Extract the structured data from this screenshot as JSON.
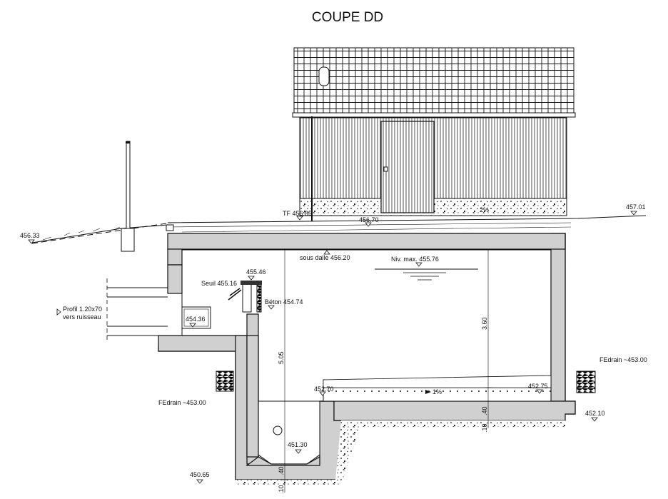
{
  "title": "COUPE DD",
  "levels": {
    "terrain_left": "456.33",
    "tf": "TF 456.85",
    "road": "456.70",
    "terrain_right": "457.01",
    "sous_dalle": "sous dalle 456.20",
    "niv_max": "Niv. max. 455.76",
    "top_wall": "455.46",
    "seuil": "Seuil 455.16",
    "beton": "Béton 454.74",
    "inlet": "454.36",
    "floor_left": "452.70",
    "floor_right": "452.75",
    "right_ground": "452.10",
    "sump": "451.30",
    "bottom": "450.65"
  },
  "labels": {
    "profil_line1": "Profil 1.20x70",
    "profil_line2": "vers ruisseau",
    "fedrain_left": "FEdrain ~453.00",
    "fedrain_right": "FEdrain ~453.00",
    "slope_roof": "2%",
    "slope_floor": "1%"
  },
  "dimensions": {
    "height_total": "5.05",
    "height_inner": "3.60",
    "slab": ".40",
    "sub": ".10",
    "base_slab": ".40",
    "base_sub": ".10"
  }
}
